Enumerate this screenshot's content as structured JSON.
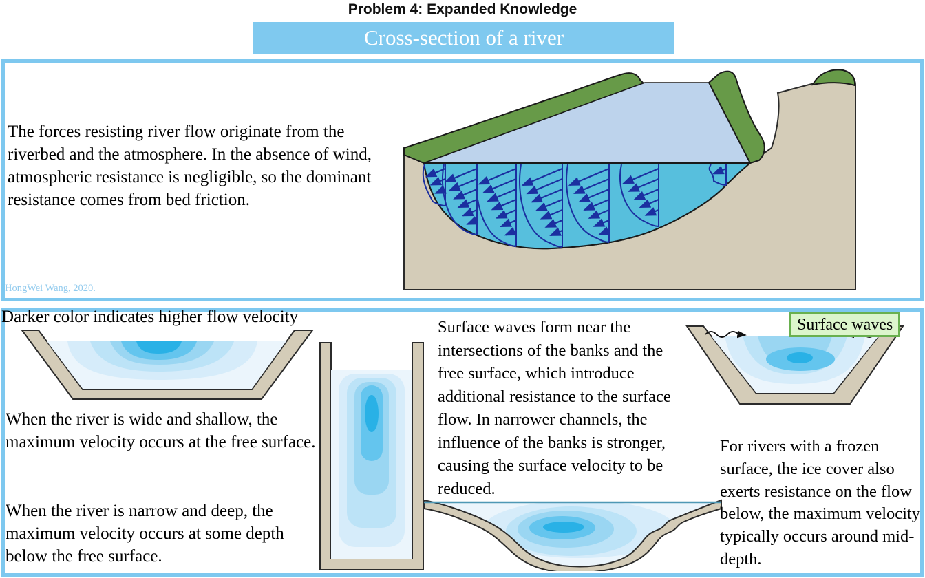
{
  "slide": {
    "title": "Problem 4: Expanded Knowledge",
    "banner": "Cross-section of a river"
  },
  "top_panel": {
    "body": "The forces resisting river flow originate from the riverbed and the atmosphere. In the absence of wind, atmospheric resistance is negligible, so the dominant resistance comes from bed friction.",
    "attribution": "HongWei Wang, 2020."
  },
  "bottom_panel": {
    "legend": "Darker color indicates higher flow velocity",
    "wide_shallow": "When the river is wide and shallow, the maximum velocity occurs at the free surface.",
    "narrow_deep": "When the river is narrow and deep, the maximum velocity occurs at some depth below the free surface.",
    "surface_waves": "Surface waves form near the intersections of the banks and the free surface, which introduce additional resistance to the surface flow. In narrower channels, the influence of the banks is stronger, causing the surface velocity to be reduced.",
    "surface_waves_label": "Surface waves",
    "frozen_surface": "For rivers with a frozen surface, the ice cover also exerts resistance on the flow below, the maximum velocity typically occurs around mid-depth."
  },
  "colors": {
    "panel_border": "#7EC8EF",
    "banner_bg": "#7FC9EF",
    "banner_text": "#FFFFFF",
    "attribution": "#92CBEE",
    "ground_tan": "#D4CCB8",
    "grass_green": "#679A48",
    "water_surface": "#BDD3EC",
    "cross_section_water": "#57BFDD",
    "velocity_arrow": "#1B2FA0",
    "contour_scale": [
      "#EBF5FC",
      "#D6ECFA",
      "#BCE3F7",
      "#9AD6F2",
      "#64C5EE",
      "#29B1E6"
    ],
    "surface_waves_label_bg": "#DCF5CC",
    "surface_waves_label_border": "#69B04F"
  }
}
